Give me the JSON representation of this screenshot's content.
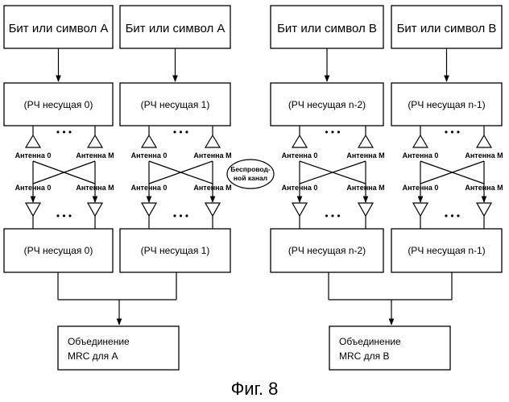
{
  "columns": [
    {
      "source": "Бит или символ A",
      "tx_carrier": "(РЧ несущая 0)",
      "rx_carrier": "(РЧ несущая 0)"
    },
    {
      "source": "Бит или символ A",
      "tx_carrier": "(РЧ несущая 1)",
      "rx_carrier": "(РЧ несущая 1)"
    },
    {
      "source": "Бит или символ B",
      "tx_carrier": "(РЧ несущая n-2)",
      "rx_carrier": "(РЧ несущая n-2)"
    },
    {
      "source": "Бит или символ B",
      "tx_carrier": "(РЧ несущая n-1)",
      "rx_carrier": "(РЧ несущая n-1)"
    }
  ],
  "antenna_labels": {
    "first": "Антенна 0",
    "last": "Антенна M"
  },
  "ellipsis": "• • •",
  "channel": {
    "line1": "Беспровод-",
    "line2": "ной канал"
  },
  "combiners": [
    {
      "line1": "Объединение",
      "line2": "MRC для A"
    },
    {
      "line1": "Объединение",
      "line2": "MRC для B"
    }
  ],
  "caption": "Фиг. 8"
}
